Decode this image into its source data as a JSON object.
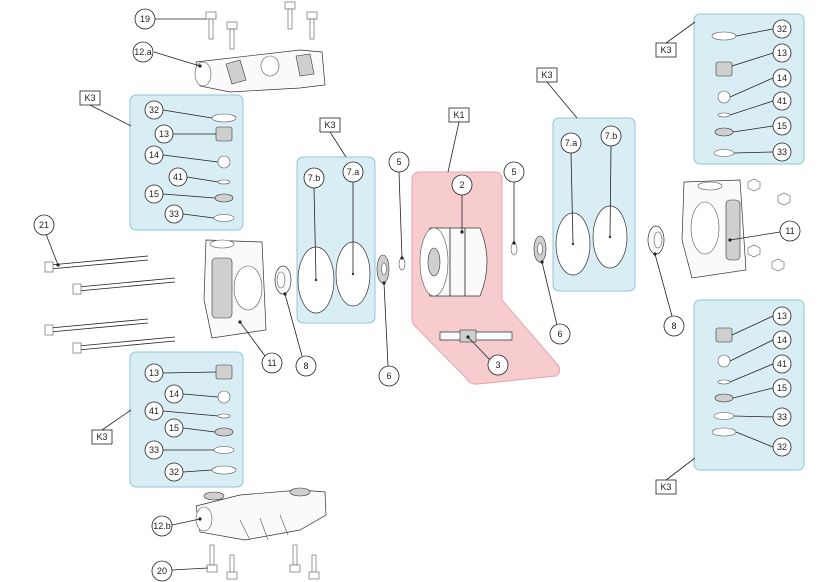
{
  "kit_labels": {
    "k1": "K1",
    "k3_top_left": "K3",
    "k3_bottom_left": "K3",
    "k3_center": "K3",
    "k3_center_right": "K3",
    "k3_top_right": "K3",
    "k3_bottom_right": "K3"
  },
  "callouts": {
    "c19": "19",
    "c12a": "12.a",
    "c21": "21",
    "c11_left": "11",
    "c8_left": "8",
    "c6_left": "6",
    "c5_left": "5",
    "c2": "2",
    "c3": "3",
    "c5_right": "5",
    "c6_right": "6",
    "c8_right": "8",
    "c11_right": "11",
    "c12b": "12.b",
    "c20": "20",
    "c7b_left": "7.b",
    "c7a_left": "7.a",
    "c7a_right": "7.a",
    "c7b_right": "7.b",
    "tl_32": "32",
    "tl_13": "13",
    "tl_14": "14",
    "tl_41": "41",
    "tl_15": "15",
    "tl_33": "33",
    "bl_13": "13",
    "bl_14": "14",
    "bl_41": "41",
    "bl_15": "15",
    "bl_33": "33",
    "bl_32": "32",
    "tr_32": "32",
    "tr_13": "13",
    "tr_14": "14",
    "tr_41": "41",
    "tr_15": "15",
    "tr_33": "33",
    "br_13": "13",
    "br_14": "14",
    "br_41": "41",
    "br_15": "15",
    "br_33": "33",
    "br_32": "32"
  },
  "colors": {
    "kit_blue": "#d9eef4",
    "kit_red": "#f6cccf",
    "line": "#222222"
  }
}
